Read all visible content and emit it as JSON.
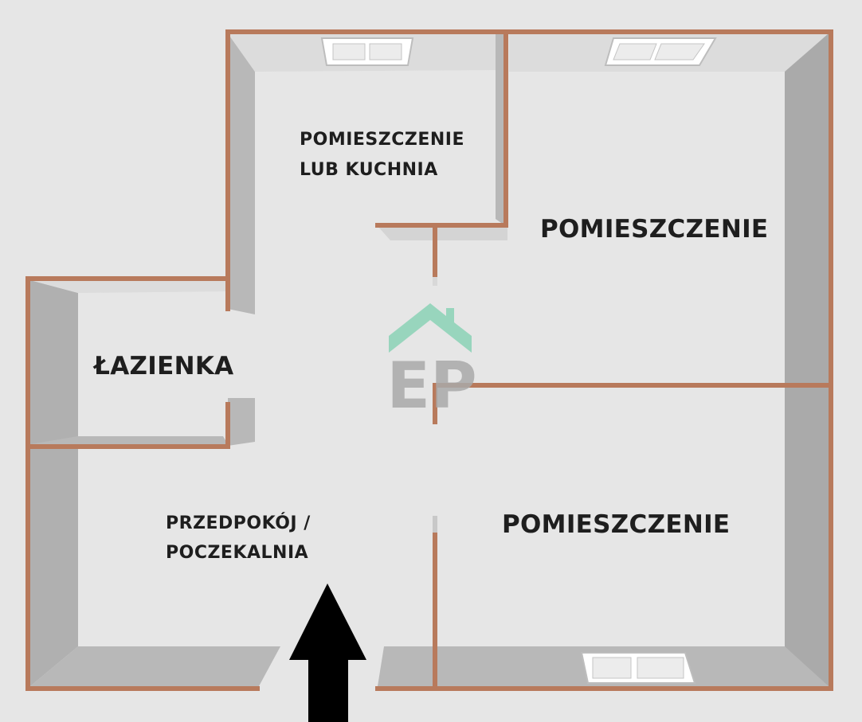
{
  "rooms": {
    "kitchen": {
      "line1": "POMIESZCZENIE",
      "line2": "LUB KUCHNIA"
    },
    "room_top_right": "POMIESZCZENIE",
    "room_bottom_right": "POMIESZCZENIE",
    "bathroom": "ŁAZIENKA",
    "hallway": {
      "line1": "PRZEDPOKÓJ /",
      "line2": "POCZEKALNIA"
    }
  },
  "watermark": {
    "text": "EP"
  },
  "colors": {
    "wall": "#b87a5c",
    "floor": "#e6e6e6",
    "wall_shadow": "#aaaaaa",
    "logo_green": "#8fd3b8",
    "logo_gray": "#a9a9a9",
    "entrance_arrow": "#000000"
  }
}
